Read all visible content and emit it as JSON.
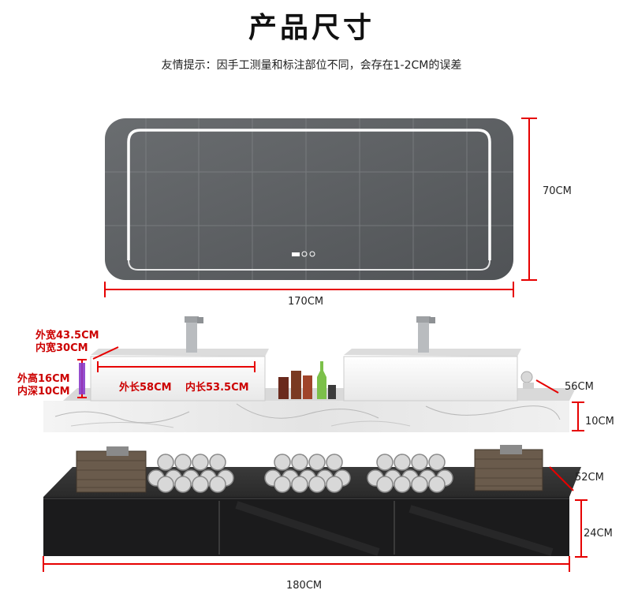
{
  "header": {
    "title": "产品尺寸",
    "note": "友情提示：因手工测量和标注部位不同，会存在1-2CM的误差"
  },
  "mirror": {
    "width_label": "170CM",
    "height_label": "70CM"
  },
  "basin": {
    "outer_width_label": "外宽43.5CM",
    "inner_width_label": "内宽30CM",
    "outer_height_label": "外高16CM",
    "inner_depth_label": "内深10CM",
    "outer_length_label": "外长58CM",
    "inner_length_label": "内长53.5CM"
  },
  "countertop": {
    "depth_label": "56CM",
    "thickness_label": "10CM"
  },
  "cabinet": {
    "depth_label": "52CM",
    "height_label": "24CM",
    "width_label": "180CM"
  },
  "colors": {
    "dimension_line": "#e60000",
    "mirror_frame": "#5b5e61",
    "cabinet": "#1b1b1c",
    "marble": "#e9e9e9"
  }
}
